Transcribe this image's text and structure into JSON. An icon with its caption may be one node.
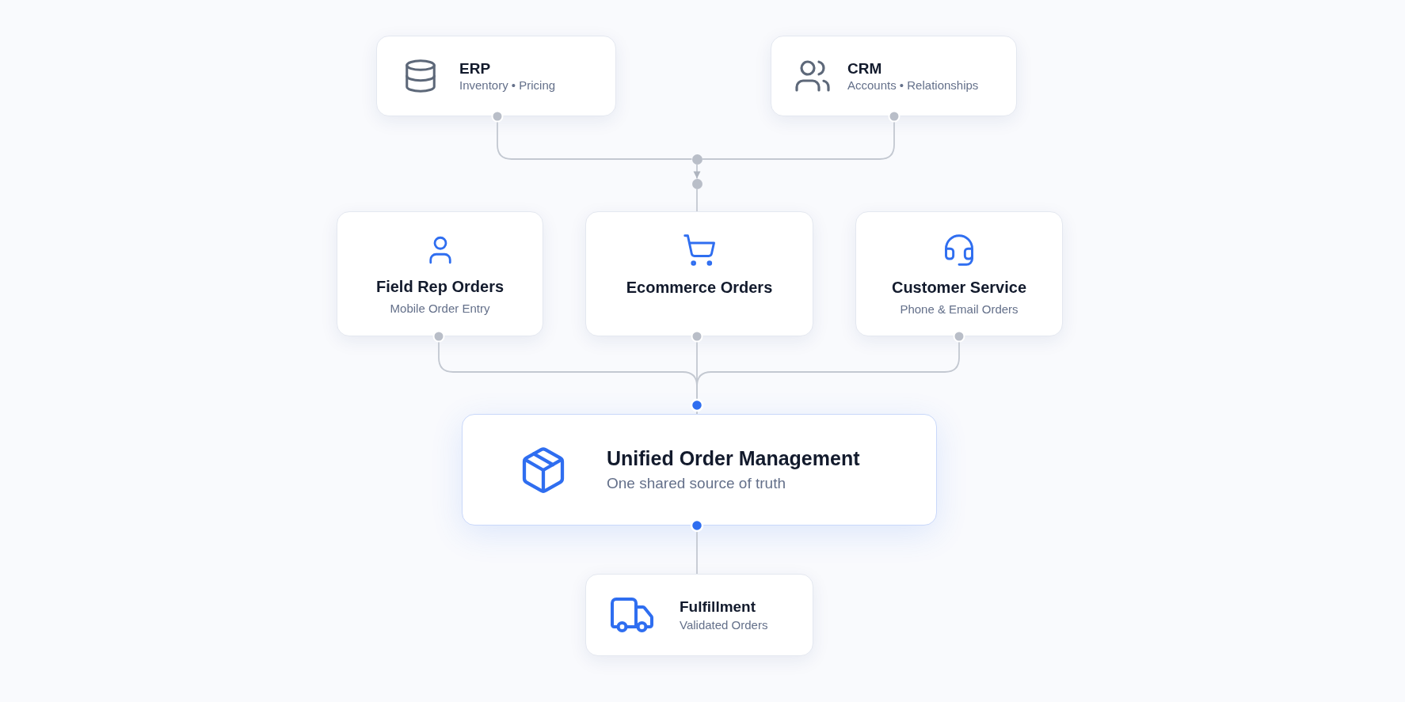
{
  "diagram": {
    "nodes": [
      {
        "text": [
          "ERP",
          "Inventory • Pricing"
        ]
      },
      {
        "text": [
          "CRM",
          "Accounts • Relationships"
        ]
      },
      {
        "text": [],
        "shape": "circle"
      },
      {
        "text": [],
        "shape": "circle"
      },
      {
        "text": [
          "Field Rep Orders",
          "Mobile Order Entry"
        ]
      },
      {
        "text": [
          "Ecommerce Orders"
        ]
      },
      {
        "text": [
          "Customer Service",
          "Phone & Email Orders"
        ]
      },
      {
        "text": [
          "Unified Order Management",
          "One shared source of truth"
        ]
      },
      {
        "text": [
          "Fulfillment",
          "Validated Orders"
        ]
      }
    ],
    "edges": [
      {
        "from": 0,
        "to": 2,
        "arrow": "other"
      },
      {
        "from": 1,
        "to": 2,
        "arrow": "other"
      },
      {
        "from": 2,
        "to": 3,
        "arrow": "to"
      },
      {
        "from": 3,
        "to": 5,
        "arrow": "none"
      },
      {
        "from": 4,
        "to": 7,
        "arrow": "other"
      },
      {
        "from": 5,
        "to": 7,
        "arrow": "other"
      },
      {
        "from": 6,
        "to": 7,
        "arrow": "other"
      },
      {
        "from": 7,
        "to": 8,
        "arrow": "other"
      }
    ]
  }
}
